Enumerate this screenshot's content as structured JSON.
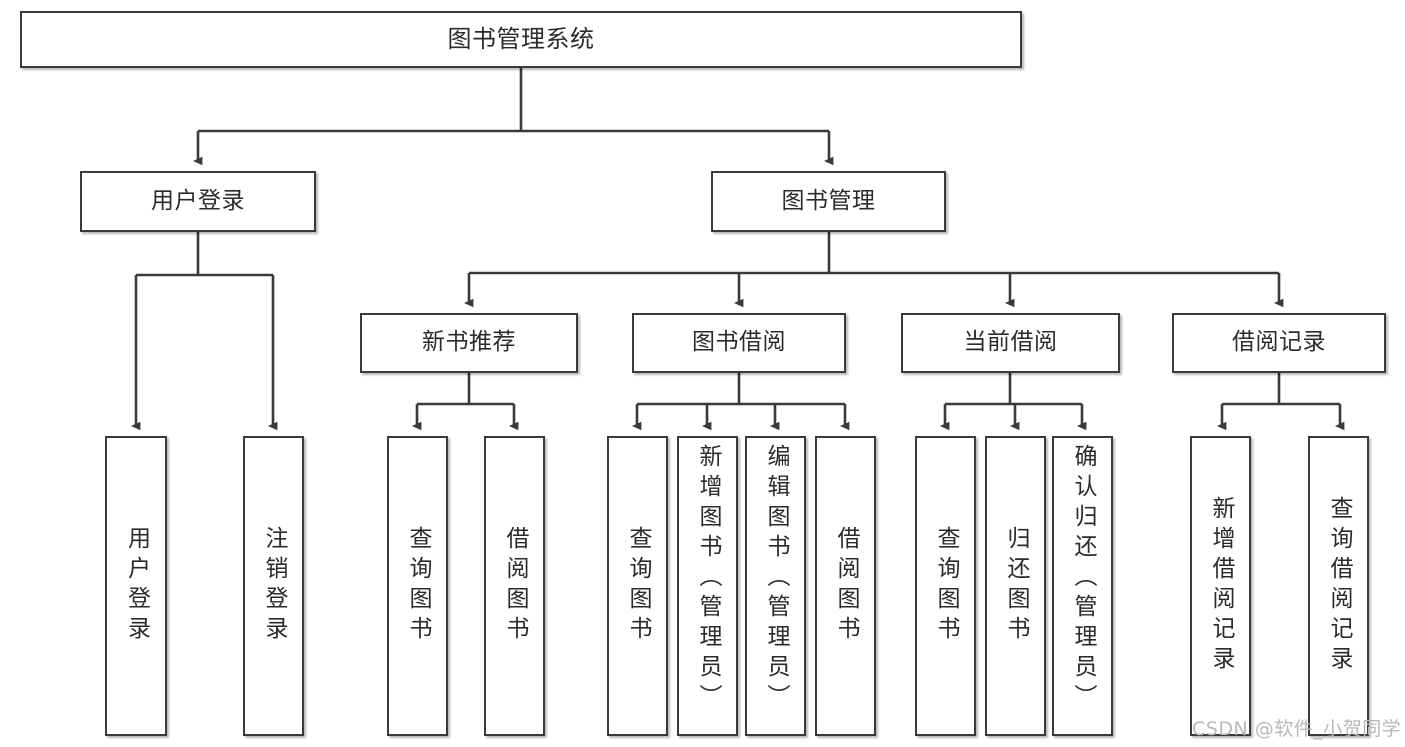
{
  "diagram": {
    "title": "图书管理系统",
    "type": "functional-structure-tree",
    "background_color": "#ffffff",
    "box_border_color": "#3a3a3a",
    "text_color": "#2b2b2b",
    "connector_color": "#3a3a3a"
  },
  "nodes": {
    "root": {
      "label": "图书管理系统"
    },
    "level2": [
      {
        "label": "用户登录"
      },
      {
        "label": "图书管理"
      }
    ],
    "level3": [
      {
        "label": "新书推荐"
      },
      {
        "label": "图书借阅"
      },
      {
        "label": "当前借阅"
      },
      {
        "label": "借阅记录"
      }
    ],
    "leaves_user_login": [
      {
        "label": "用户登录"
      },
      {
        "label": "注销登录"
      }
    ],
    "leaves_new_book": [
      {
        "label": "查询图书"
      },
      {
        "label": "借阅图书"
      }
    ],
    "leaves_borrow": [
      {
        "label": "查询图书"
      },
      {
        "label": "新增图书（管理员）"
      },
      {
        "label": "编辑图书（管理员）"
      },
      {
        "label": "借阅图书"
      }
    ],
    "leaves_current": [
      {
        "label": "查询图书"
      },
      {
        "label": "归还图书"
      },
      {
        "label": "确认归还（管理员）"
      }
    ],
    "leaves_records": [
      {
        "label": "新增借阅记录"
      },
      {
        "label": "查询借阅记录"
      }
    ]
  },
  "watermark": {
    "text": "CSDN @软件_小贺同学",
    "color": "#b9b9b9"
  }
}
